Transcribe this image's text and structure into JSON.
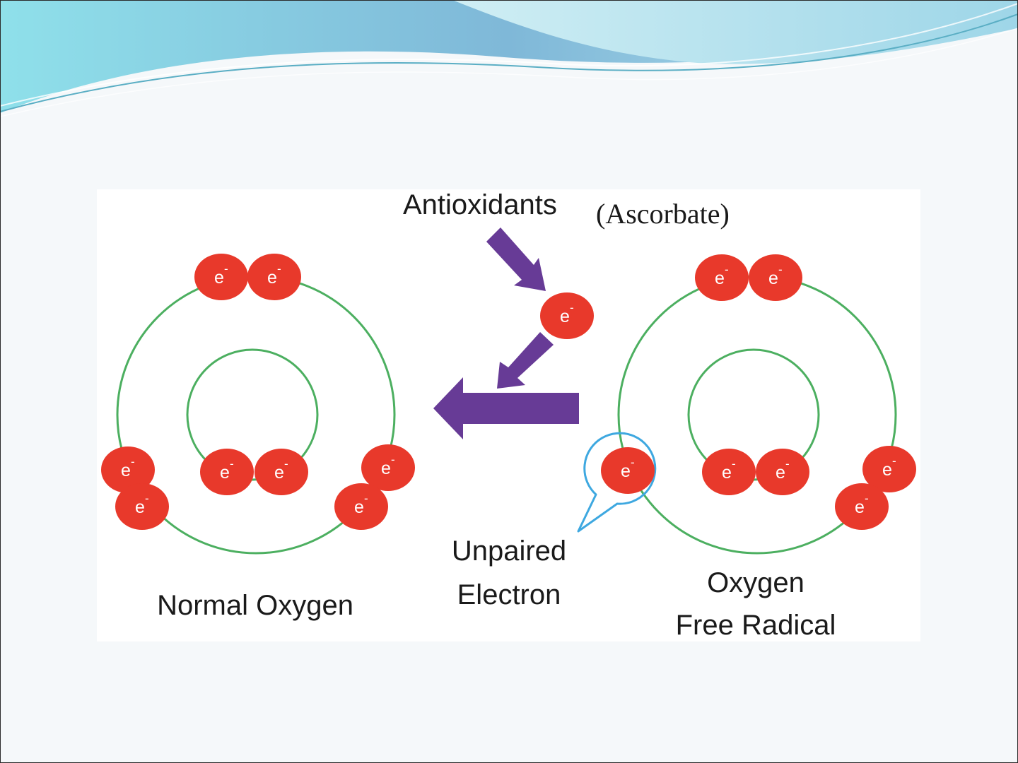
{
  "labels": {
    "antioxidants": "Antioxidants",
    "ascorbate": "(Ascorbate)",
    "normal_oxygen": "Normal Oxygen",
    "unpaired_line1": "Unpaired",
    "unpaired_line2": "Electron",
    "radical_line1": "Oxygen",
    "radical_line2": "Free Radical"
  },
  "electron": {
    "symbol": "e",
    "charge": "-"
  },
  "colors": {
    "electron_fill": "#e8392b",
    "orbit_stroke": "#4caf60",
    "arrow_fill": "#673b96",
    "callout_stroke": "#3ea8e0",
    "header_wave": "#8fcde0"
  }
}
